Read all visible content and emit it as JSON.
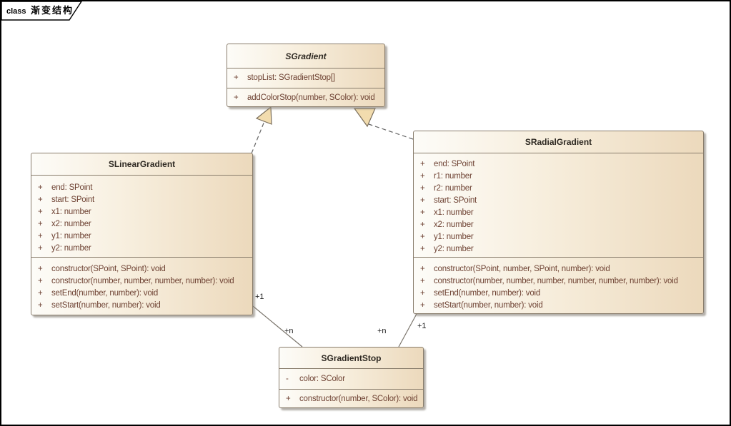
{
  "frame": {
    "keyword": "class",
    "title": "渐变结构"
  },
  "colors": {
    "box_fill_left": "#fdfcf8",
    "box_fill_right": "#ecd9bc",
    "box_border": "#897d6c",
    "member_text": "#6e4233",
    "title_text": "#2f2a23",
    "triangle_fill": "#f2dcae",
    "triangle_stroke": "#7b6f5c",
    "dashed_line": "#666666",
    "association_line": "#7b756c"
  },
  "classes": [
    {
      "name": "SGradient",
      "abstract": true,
      "attributes": [
        {
          "vis": "+",
          "text": "stopList: SGradientStop[]"
        }
      ],
      "methods": [
        {
          "vis": "+",
          "text": "addColorStop(number, SColor): void"
        }
      ]
    },
    {
      "name": "SLinearGradient",
      "abstract": false,
      "attributes": [
        {
          "vis": "+",
          "text": "end: SPoint"
        },
        {
          "vis": "+",
          "text": "start: SPoint"
        },
        {
          "vis": "+",
          "text": "x1: number"
        },
        {
          "vis": "+",
          "text": "x2: number"
        },
        {
          "vis": "+",
          "text": "y1: number"
        },
        {
          "vis": "+",
          "text": "y2: number"
        }
      ],
      "methods": [
        {
          "vis": "+",
          "text": "constructor(SPoint, SPoint): void"
        },
        {
          "vis": "+",
          "text": "constructor(number, number, number, number): void"
        },
        {
          "vis": "+",
          "text": "setEnd(number, number): void"
        },
        {
          "vis": "+",
          "text": "setStart(number, number): void"
        }
      ]
    },
    {
      "name": "SRadialGradient",
      "abstract": false,
      "attributes": [
        {
          "vis": "+",
          "text": "end: SPoint"
        },
        {
          "vis": "+",
          "text": "r1: number"
        },
        {
          "vis": "+",
          "text": "r2: number"
        },
        {
          "vis": "+",
          "text": "start: SPoint"
        },
        {
          "vis": "+",
          "text": "x1: number"
        },
        {
          "vis": "+",
          "text": "x2: number"
        },
        {
          "vis": "+",
          "text": "y1: number"
        },
        {
          "vis": "+",
          "text": "y2: number"
        }
      ],
      "methods": [
        {
          "vis": "+",
          "text": "constructor(SPoint, number, SPoint, number): void"
        },
        {
          "vis": "+",
          "text": "constructor(number, number, number, number, number, number): void"
        },
        {
          "vis": "+",
          "text": "setEnd(number, number): void"
        },
        {
          "vis": "+",
          "text": "setStart(number, number): void"
        }
      ]
    },
    {
      "name": "SGradientStop",
      "abstract": false,
      "attributes": [
        {
          "vis": "-",
          "text": "color: SColor"
        }
      ],
      "methods": [
        {
          "vis": "+",
          "text": "constructor(number, SColor): void"
        }
      ]
    }
  ],
  "relationships": [
    {
      "type": "generalization",
      "from": "SLinearGradient",
      "to": "SGradient"
    },
    {
      "type": "generalization",
      "from": "SRadialGradient",
      "to": "SGradient"
    },
    {
      "type": "association",
      "from": "SLinearGradient",
      "to": "SGradientStop",
      "from_label": "+1",
      "to_label": "+n"
    },
    {
      "type": "association",
      "from": "SRadialGradient",
      "to": "SGradientStop",
      "from_label": "+1",
      "to_label": "+n"
    }
  ]
}
